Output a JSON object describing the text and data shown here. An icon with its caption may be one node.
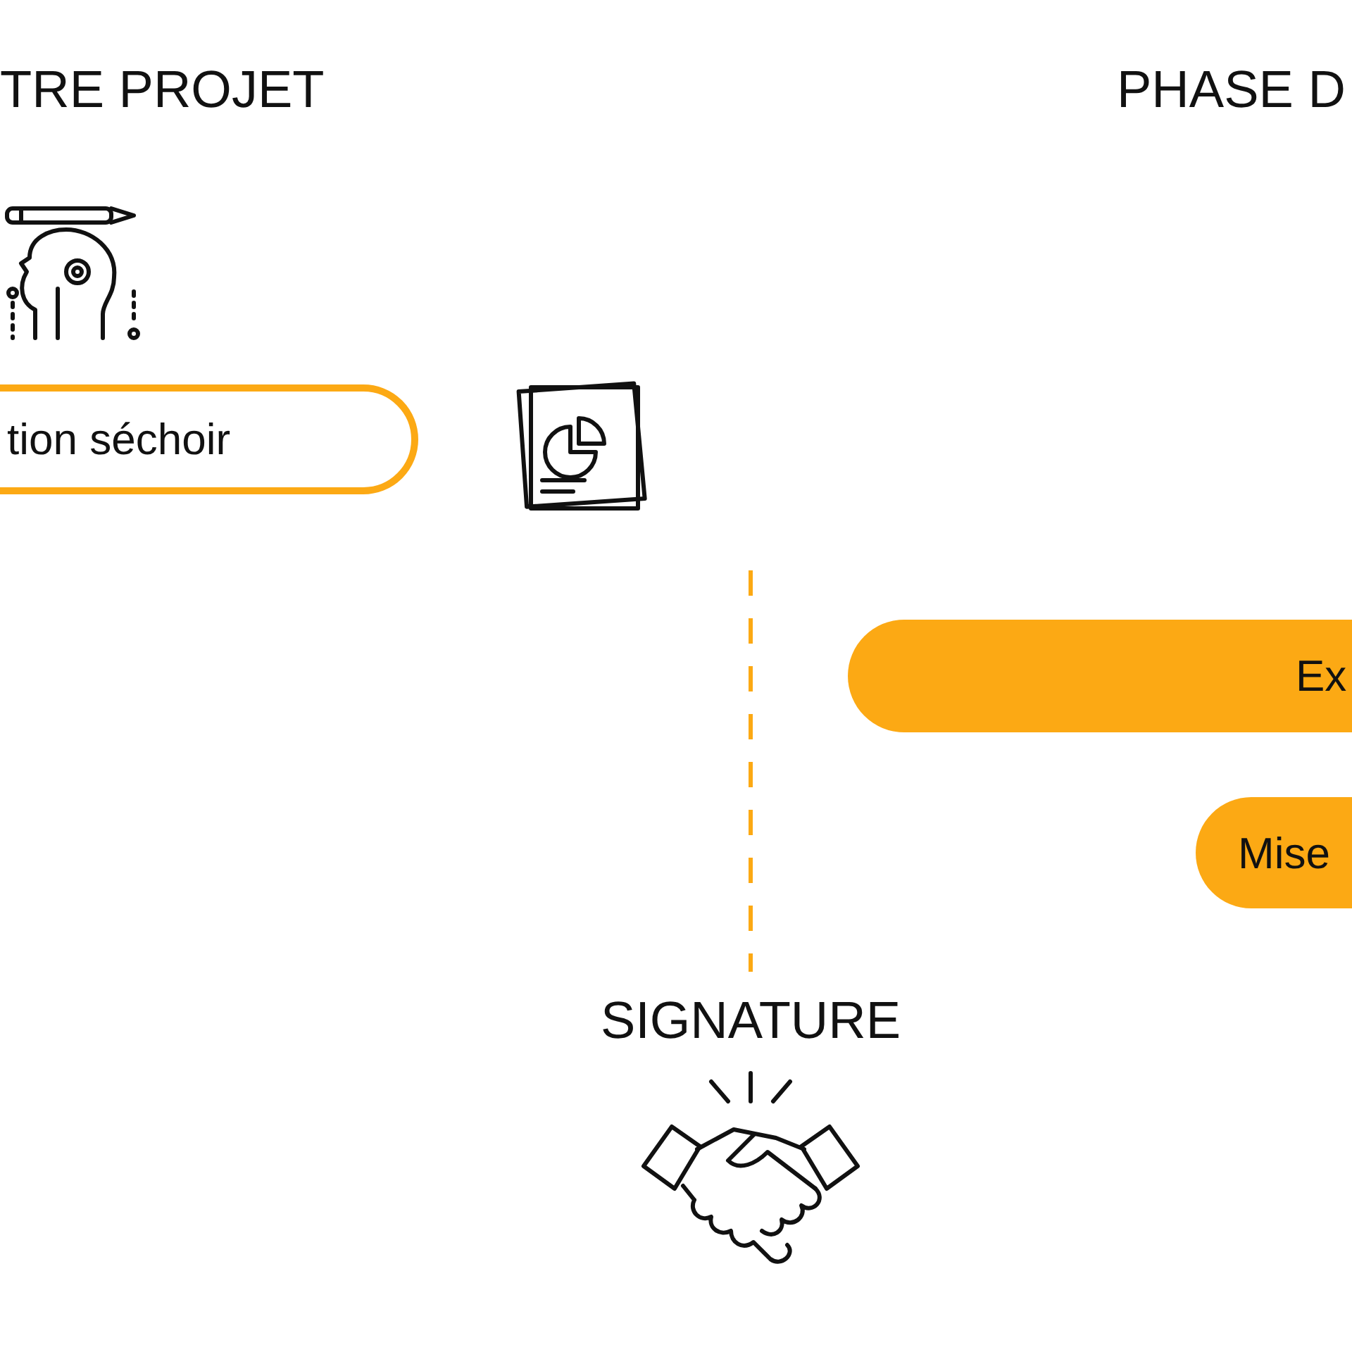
{
  "diagram": {
    "nodes": [
      {
        "text": [
          "tion séchoir"
        ]
      },
      {
        "text": [
          "Ex"
        ]
      },
      {
        "text": [
          "Mise"
        ]
      }
    ],
    "labels": [
      "TRE PROJET",
      "PHASE D",
      "SIGNATURE"
    ]
  }
}
